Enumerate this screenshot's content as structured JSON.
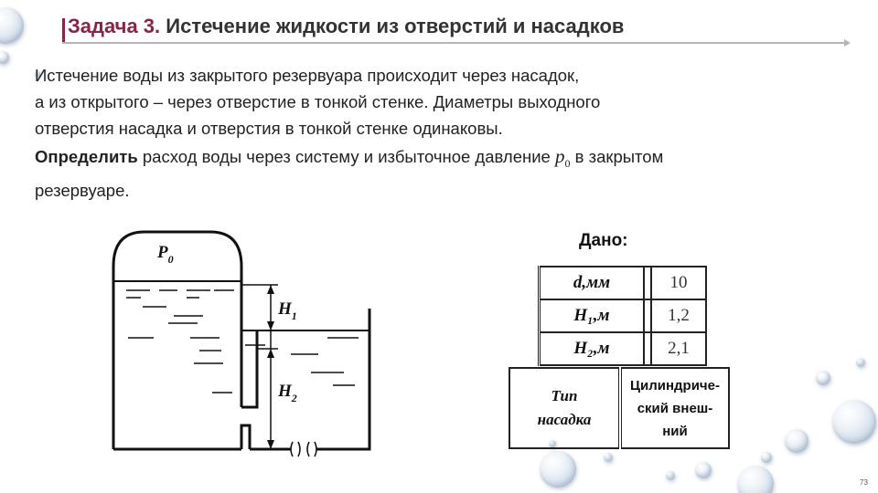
{
  "header": {
    "title_number": "Задача 3.",
    "title_text": "Истечение  жидкости из отверстий и насадков"
  },
  "body": {
    "line1": "Истечение воды из закрытого резервуара происходит через насадок,",
    "line2": "а из открытого – через отверстие в тонкой стенке. Диаметры выходного",
    "line3": "отверстия насадка и отверстия в тонкой стенке одинаковы.",
    "task_bold": "Определить",
    "task_text": " расход воды через систему и избыточное давление ",
    "task_p": "p",
    "task_p_sub": "0",
    "task_tail": " в закрытом",
    "task_line2": "резервуаре."
  },
  "diagram": {
    "label_p": "P",
    "label_p_sub": "0",
    "label_h1": "H",
    "label_h1_sub": "1",
    "label_h2": "H",
    "label_h2_sub": "2"
  },
  "given": {
    "label": "Дано:",
    "rows": [
      {
        "name": "d,мм",
        "value": "10"
      },
      {
        "name": "H₁,м",
        "value": "1,2"
      },
      {
        "name": "H₂,м",
        "value": "2,1"
      }
    ],
    "type_label_line1": "Тип",
    "type_label_line2": "насадка",
    "type_value_line1": "Цилиндриче-",
    "type_value_line2": "ский внеш-",
    "type_value_line3": "ний"
  },
  "footer": {
    "page_number": "73"
  }
}
